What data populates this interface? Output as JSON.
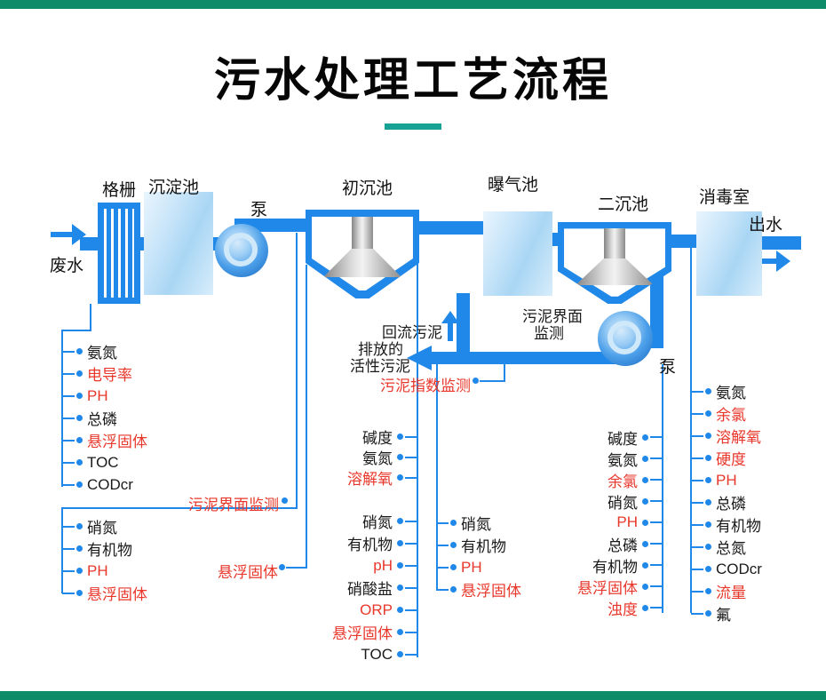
{
  "colors": {
    "pipe": "#2088e8",
    "red": "#e8372b",
    "text": "#1a1a1a",
    "green_bar": "#0e8c6a",
    "teal_underline": "#18a195"
  },
  "title": {
    "text": "污水处理工艺流程"
  },
  "stages": {
    "inflow": "废水",
    "grid": "格栅",
    "sedimentation": "沉淀池",
    "pump1": "泵",
    "primary": "初沉池",
    "aeration": "曝气池",
    "secondary": "二沉池",
    "disinfection": "消毒室",
    "pump2": "泵",
    "outflow": "出水"
  },
  "annotations": {
    "return_sludge": "回流污泥",
    "discharged_1": "排放的",
    "discharged_2": "活性污泥",
    "sludge_index_monitor": "污泥指数监测",
    "sludge_interface_monitor_left": "污泥界面监测",
    "sludge_interface_right_1": "污泥界面",
    "sludge_interface_right_2": "监测",
    "suspended_solids_primary": "悬浮固体"
  },
  "lists": {
    "left1": {
      "items": [
        {
          "label": "氨氮",
          "red": false
        },
        {
          "label": "电导率",
          "red": true
        },
        {
          "label": "PH",
          "red": true
        },
        {
          "label": "总磷",
          "red": false
        },
        {
          "label": "悬浮固体",
          "red": true
        },
        {
          "label": "TOC",
          "red": false
        },
        {
          "label": "CODcr",
          "red": false
        }
      ]
    },
    "left2": {
      "items": [
        {
          "label": "硝氮",
          "red": false
        },
        {
          "label": "有机物",
          "red": false
        },
        {
          "label": "PH",
          "red": true
        },
        {
          "label": "悬浮固体",
          "red": true
        }
      ]
    },
    "mid1": {
      "items": [
        {
          "label": "碱度",
          "red": false
        },
        {
          "label": "氨氮",
          "red": false
        },
        {
          "label": "溶解氧",
          "red": true
        }
      ]
    },
    "mid2": {
      "items": [
        {
          "label": "硝氮",
          "red": false
        },
        {
          "label": "有机物",
          "red": false
        },
        {
          "label": "pH",
          "red": true
        },
        {
          "label": "硝酸盐",
          "red": false
        },
        {
          "label": "ORP",
          "red": true
        },
        {
          "label": "悬浮固体",
          "red": true
        },
        {
          "label": "TOC",
          "red": false
        }
      ]
    },
    "mid3": {
      "items": [
        {
          "label": "硝氮",
          "red": false
        },
        {
          "label": "有机物",
          "red": false
        },
        {
          "label": "PH",
          "red": true
        },
        {
          "label": "悬浮固体",
          "red": true
        }
      ]
    },
    "right1": {
      "items": [
        {
          "label": "碱度",
          "red": false
        },
        {
          "label": "氨氮",
          "red": false
        },
        {
          "label": "余氯",
          "red": true
        },
        {
          "label": "硝氮",
          "red": false
        },
        {
          "label": "PH",
          "red": true
        },
        {
          "label": "总磷",
          "red": false
        },
        {
          "label": "有机物",
          "red": false
        },
        {
          "label": "悬浮固体",
          "red": true
        },
        {
          "label": "浊度",
          "red": true
        }
      ]
    },
    "right2": {
      "items": [
        {
          "label": "氨氮",
          "red": false
        },
        {
          "label": "余氯",
          "red": true
        },
        {
          "label": "溶解氧",
          "red": true
        },
        {
          "label": "硬度",
          "red": true
        },
        {
          "label": "PH",
          "red": true
        },
        {
          "label": "总磷",
          "red": false
        },
        {
          "label": "有机物",
          "red": false
        },
        {
          "label": "总氮",
          "red": false
        },
        {
          "label": "CODcr",
          "red": false
        },
        {
          "label": "流量",
          "red": true
        },
        {
          "label": "氟",
          "red": false
        }
      ]
    }
  }
}
